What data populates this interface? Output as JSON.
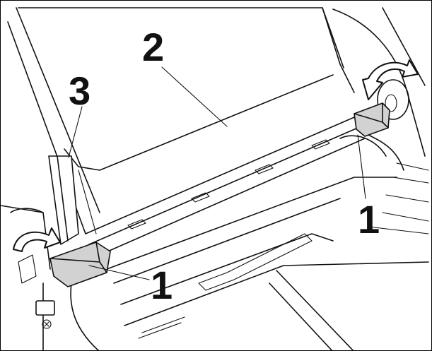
{
  "labels": {
    "filter_cover": "2",
    "lever": "3",
    "latch_right": "1",
    "latch_left": "1"
  },
  "colors": {
    "line": "#111111",
    "grip_fill": "#d2d2d2",
    "background": "#ffffff"
  }
}
